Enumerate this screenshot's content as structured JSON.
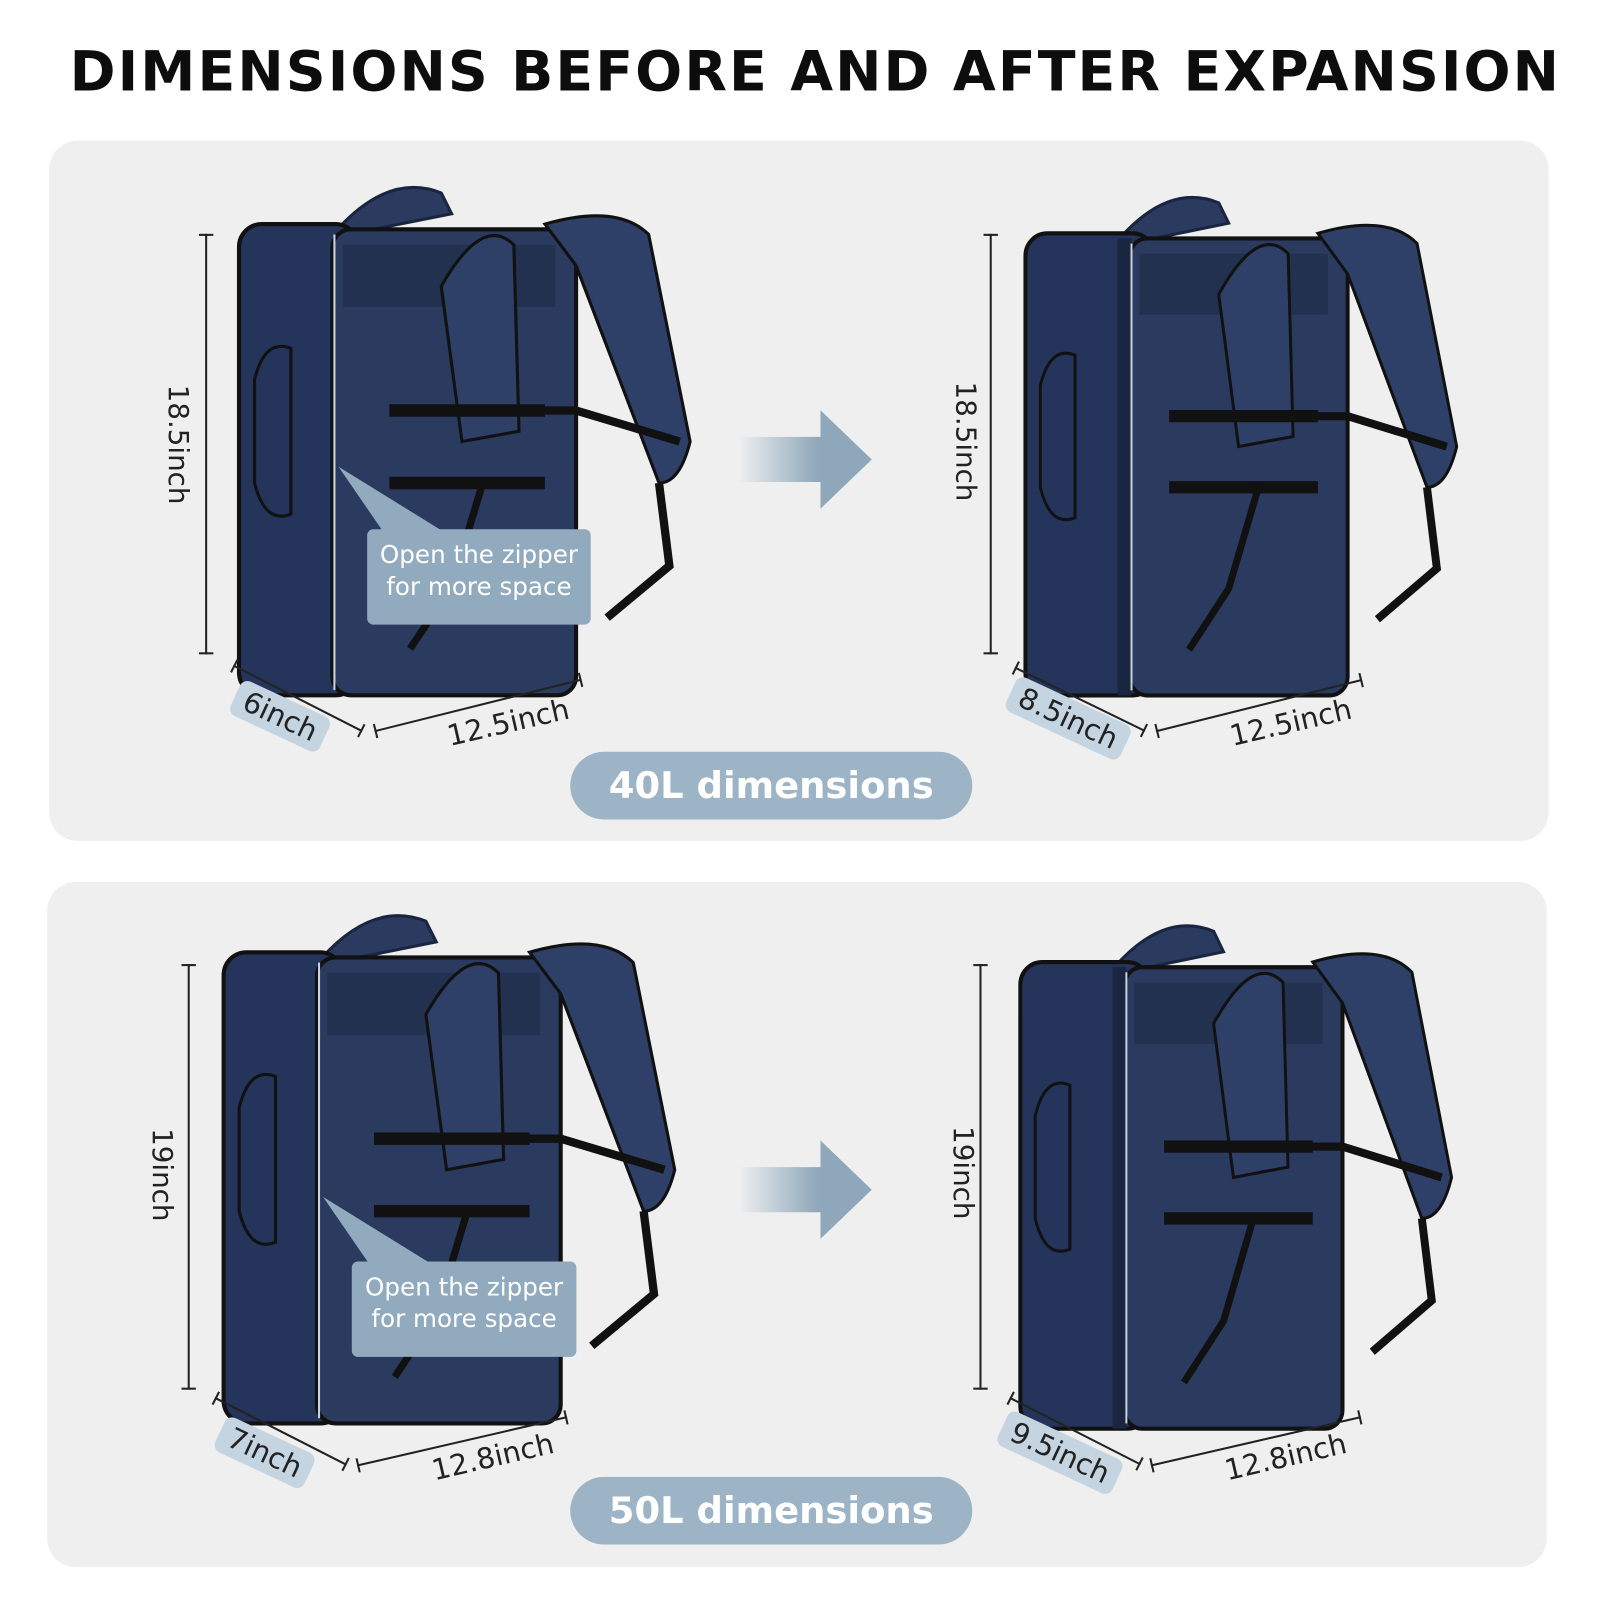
{
  "title": "DIMENSIONS BEFORE AND AFTER EXPANSION",
  "sections": [
    {
      "capacity_label": "40L dimensions",
      "before": {
        "height": "18.5inch",
        "depth": "6inch",
        "width": "12.5inch",
        "callout_line1": "Open the zipper",
        "callout_line2": "for more space"
      },
      "after": {
        "height": "18.5inch",
        "depth": "8.5inch",
        "width": "12.5inch"
      }
    },
    {
      "capacity_label": "50L dimensions",
      "before": {
        "height": "19inch",
        "depth": "7inch",
        "width": "12.8inch",
        "callout_line1": "Open the zipper",
        "callout_line2": "for more space"
      },
      "after": {
        "height": "19inch",
        "depth": "9.5inch",
        "width": "12.8inch"
      }
    }
  ],
  "colors": {
    "navy": "#2a3b5f",
    "accent": "#9db4c6",
    "panel": "#efefef"
  }
}
